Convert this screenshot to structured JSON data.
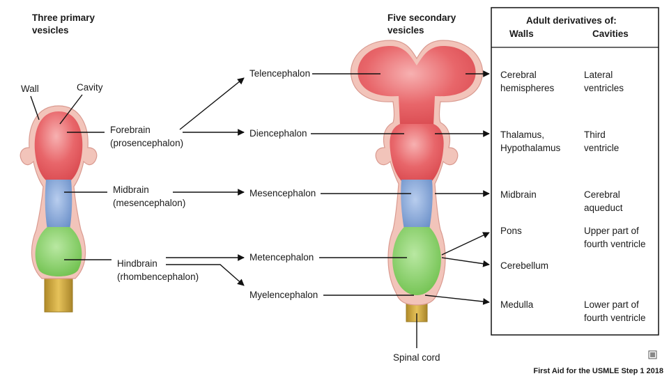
{
  "headings": {
    "primary": [
      "Three primary",
      "vesicles"
    ],
    "secondary": [
      "Five secondary",
      "vesicles"
    ],
    "table_title": "Adult derivatives of:",
    "col_walls": "Walls",
    "col_cavities": "Cavities"
  },
  "labels": {
    "wall": "Wall",
    "cavity": "Cavity",
    "spinal_cord": "Spinal cord"
  },
  "primary_vesicles": [
    {
      "name": "Forebrain",
      "latin": "(prosencephalon)"
    },
    {
      "name": "Midbrain",
      "latin": "(mesencephalon)"
    },
    {
      "name": "Hindbrain",
      "latin": "(rhombencephalon)"
    }
  ],
  "secondary_vesicles": [
    "Telencephalon",
    "Diencephalon",
    "Mesencephalon",
    "Metencephalon",
    "Myelencephalon"
  ],
  "derivatives": [
    {
      "walls": [
        "Cerebral",
        "hemispheres"
      ],
      "cavities": [
        "Lateral",
        "ventricles"
      ]
    },
    {
      "walls": [
        "Thalamus,",
        "Hypothalamus"
      ],
      "cavities": [
        "Third",
        "ventricle"
      ]
    },
    {
      "walls": [
        "Midbrain"
      ],
      "cavities": [
        "Cerebral",
        "aqueduct"
      ]
    },
    {
      "walls": [
        "Pons"
      ],
      "cavities": [
        "Upper part of",
        "fourth ventricle"
      ]
    },
    {
      "walls": [
        "Cerebellum"
      ],
      "cavities": []
    },
    {
      "walls": [
        "Medulla"
      ],
      "cavities": [
        "Lower part of",
        "fourth ventricle"
      ]
    }
  ],
  "colors": {
    "forebrain": "#e8666a",
    "midbrain": "#7a9fd3",
    "hindbrain": "#86cf66",
    "spinal": "#c9a43a",
    "wall": "#f2b8b0"
  },
  "credit": "First Aid for the USMLE Step 1 2018"
}
